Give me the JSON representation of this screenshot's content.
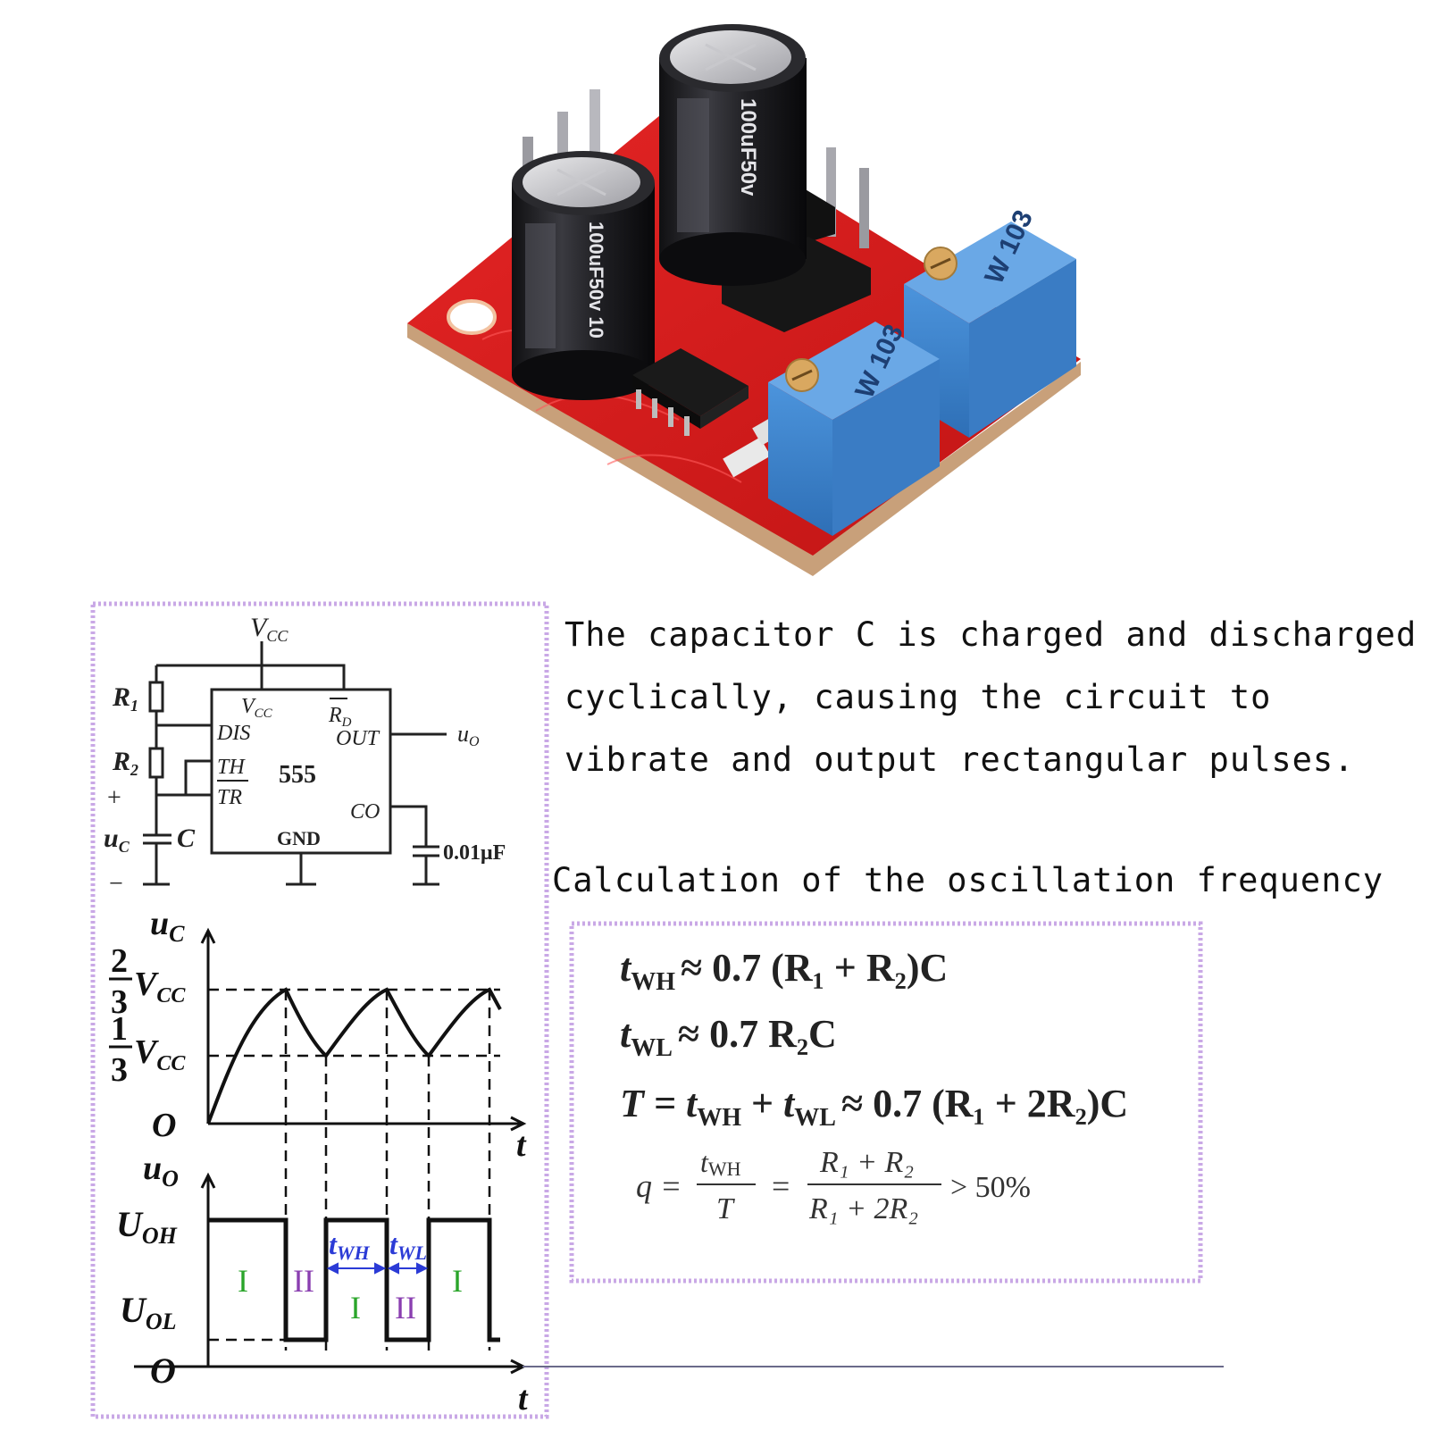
{
  "product_photo": {
    "cap1_marking": "100uF50v",
    "cap2_marking": "100uF50v 10",
    "pot1_marking": "W 103",
    "pot2_marking": "W 103"
  },
  "description": {
    "line1": "The capacitor C is charged and discharged",
    "line2": "cyclically, causing the circuit to",
    "line3": "vibrate and output rectangular pulses."
  },
  "calc": {
    "title": "Calculation of the oscillation frequency",
    "twh": {
      "sym": "t",
      "sub": "WH",
      "rhs": "≈ 0.7 (R₁ + R₂)C"
    },
    "twl": {
      "sym": "t",
      "sub": "WL",
      "rhs": "≈ 0.7 R₂C"
    },
    "T_lhs": "T = ",
    "T_rhs": "≈ 0.7 (R₁ + 2R₂)C",
    "q_lhs": "q =",
    "q_num1": "t",
    "q_num1_sub": "WH",
    "q_den1": "T",
    "q_eq": "=",
    "q_num2": "R₁ + R₂",
    "q_den2": "R₁ + 2R₂",
    "q_tail": "> 50%"
  },
  "schematic": {
    "vcc_top": "V",
    "vcc_top_sub": "CC",
    "r1": "R",
    "r1_sub": "1",
    "r2": "R",
    "r2_sub": "2",
    "plus": "+",
    "minus": "−",
    "uc": "u",
    "uc_sub": "C",
    "c": "C",
    "chip": "555",
    "pin_vcc": "V",
    "pin_vcc_sub": "CC",
    "pin_rd": "R",
    "pin_rd_sub": "D",
    "pin_dis": "DIS",
    "pin_out": "OUT",
    "pin_th": "TH",
    "pin_tr": "TR",
    "pin_co": "CO",
    "pin_gnd": "GND",
    "out_label": "u",
    "out_label_sub": "O",
    "cap_value": "0.01μF"
  },
  "waveforms": {
    "uc_axis": "u",
    "uc_axis_sub": "C",
    "two_thirds_num": "2",
    "two_thirds_den": "3",
    "one_third_num": "1",
    "one_third_den": "3",
    "vcc": "V",
    "vcc_sub": "CC",
    "origin": "O",
    "t_axis": "t",
    "uo_axis": "u",
    "uo_axis_sub": "O",
    "uoh": "U",
    "uoh_sub": "OH",
    "uol": "U",
    "uol_sub": "OL",
    "region_i": "I",
    "region_ii": "II",
    "twh": "t",
    "twh_sub": "WH",
    "twl": "t",
    "twl_sub": "WL"
  },
  "colors": {
    "pcb_red": "#d81e1e",
    "cap_black": "#1c1c1e",
    "pot_blue": "#3f86cf",
    "frame_purple": "#c9a8e6",
    "region_green": "#2aa52a",
    "region_purple": "#8a3fb0",
    "annotation_blue": "#2b3bd6"
  }
}
